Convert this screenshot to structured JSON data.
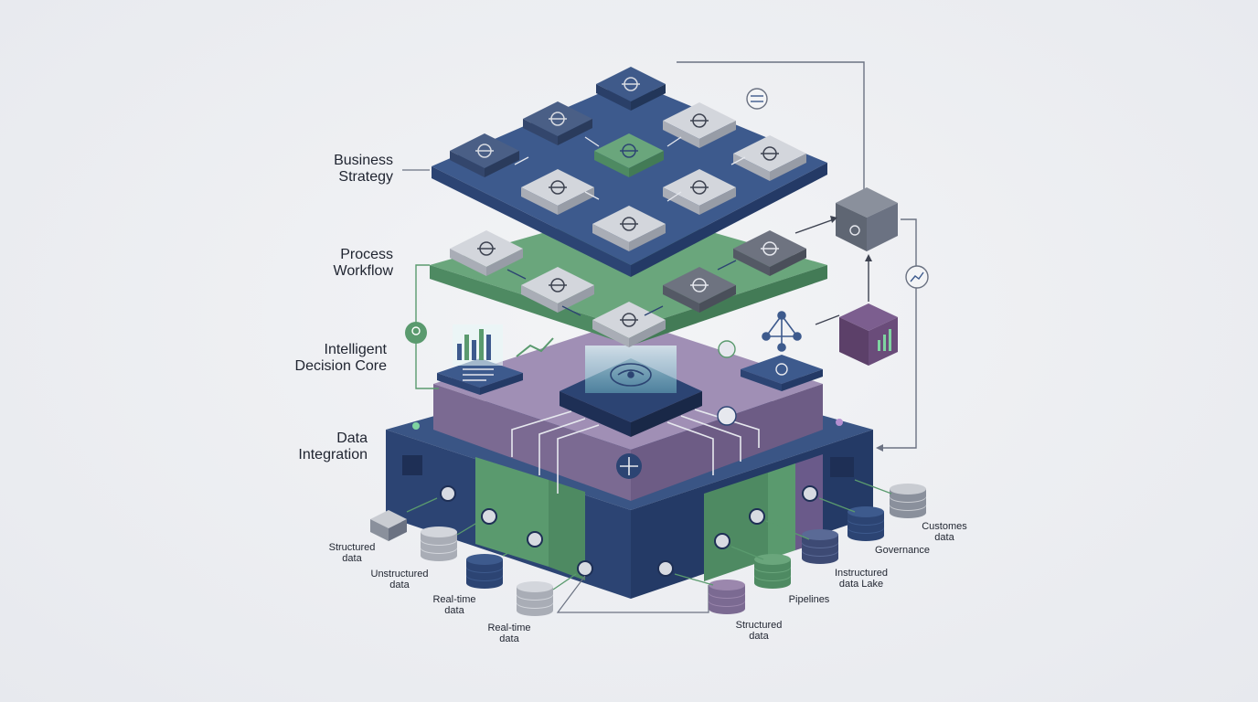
{
  "layers": [
    {
      "id": "business",
      "lines": [
        "Business",
        "Strategy"
      ]
    },
    {
      "id": "process",
      "lines": [
        "Process",
        "Workflow"
      ]
    },
    {
      "id": "decision",
      "lines": [
        "Intelligent",
        "Decision Core"
      ]
    },
    {
      "id": "data",
      "lines": [
        "Data",
        "Integration"
      ]
    }
  ],
  "sources": [
    {
      "id": "structured-left",
      "lines": [
        "Structured",
        "data"
      ]
    },
    {
      "id": "unstructured",
      "lines": [
        "Unstructured",
        "data"
      ]
    },
    {
      "id": "realtime-1",
      "lines": [
        "Real-time",
        "data"
      ]
    },
    {
      "id": "realtime-2",
      "lines": [
        "Real-time",
        "data"
      ]
    },
    {
      "id": "structured-bottom",
      "lines": [
        "Structured",
        "data"
      ]
    },
    {
      "id": "pipelines",
      "lines": [
        "Pipelines"
      ]
    },
    {
      "id": "data-lake",
      "lines": [
        "Instructured",
        "data Lake"
      ]
    },
    {
      "id": "governance",
      "lines": [
        "Governance"
      ]
    },
    {
      "id": "customer",
      "lines": [
        "Customes",
        "data"
      ]
    }
  ],
  "colors": {
    "navy": "#2f4a7c",
    "green": "#5a9a6e",
    "purple": "#9b87ad",
    "gray": "#c9ccd2",
    "slate": "#6b7282",
    "plum": "#6a4c7a"
  },
  "icons": [
    "target-icon",
    "arrows-icon",
    "pyramid-icon",
    "database-icon",
    "bar-chart-icon",
    "network-icon",
    "gear-icon",
    "flow-icon",
    "brain-icon",
    "lightbulb-icon",
    "trend-icon"
  ]
}
